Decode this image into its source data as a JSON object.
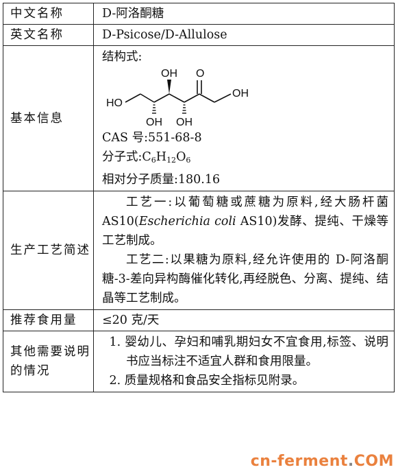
{
  "rows": {
    "chinese_name": {
      "label": "中文名称",
      "value": "D-阿洛酮糖"
    },
    "english_name": {
      "label": "英文名称",
      "value": "D-Psicose/D-Allulose"
    },
    "basic_info": {
      "label": "基本信息",
      "structure_label": "结构式:",
      "structure_atoms": {
        "oh_top_left": "OH",
        "o_top": "O",
        "oh_right": "OH",
        "ho_left": "HO",
        "oh_bottom_left": "OH",
        "oh_bottom_right": "OH"
      },
      "cas": "CAS 号:551-68-8",
      "formula_prefix": "分子式:",
      "formula_c": "C",
      "formula_c_sub": "6",
      "formula_h": "H",
      "formula_h_sub": "12",
      "formula_o": "O",
      "formula_o_sub": "6",
      "mw": "相对分子质量:180.16"
    },
    "process": {
      "label": "生产工艺简述",
      "p1_a": "工艺一:以葡萄糖或蔗糖为原料,经大肠杆菌 AS10(",
      "p1_italic": "Escherichia coli",
      "p1_b": " AS10)发酵、提纯、干燥等工艺制成。",
      "p2": "工艺二:以果糖为原料,经允许使用的 D-阿洛酮糖-3-差向异构酶催化转化,再经脱色、分离、提纯、结晶等工艺制成。"
    },
    "dosage": {
      "label": "推荐食用量",
      "value": "≤20 克/天"
    },
    "other": {
      "label": "其他需要说明的情况",
      "items": [
        "1. 婴幼儿、孕妇和哺乳期妇女不宜食用,标签、说明书应当标注不适宜人群和食用限量。",
        "2. 质量规格和食品安全指标见附录。"
      ]
    }
  },
  "watermark": {
    "left": "cn-ferment",
    "dot": ".",
    "right": "COM"
  }
}
